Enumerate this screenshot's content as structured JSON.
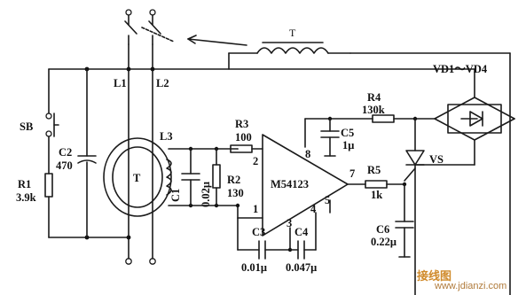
{
  "components": {
    "transformer_t_top": "T",
    "vd": "VD1～VD4",
    "l1": "L1",
    "l2": "L2",
    "l3": "L3",
    "sb": "SB",
    "c2_name": "C2",
    "c2_value": "470",
    "r1_name": "R1",
    "r1_value": "3.9k",
    "core_t": "T",
    "c1_name": "C1",
    "c1_value": "0.02μ",
    "r2_name": "R2",
    "r2_value": "130",
    "r3_name": "R3",
    "r3_value": "100",
    "ic_name": "M54123",
    "c5_name": "C5",
    "c5_value": "1μ",
    "r4_name": "R4",
    "r4_value": "130k",
    "vs": "VS",
    "r5_name": "R5",
    "r5_value": "1k",
    "c6_name": "C6",
    "c6_value": "0.22μ",
    "c3_name": "C3",
    "c3_value": "0.01μ",
    "c4_name": "C4",
    "c4_value": "0.047μ"
  },
  "pins": {
    "p1": "1",
    "p2": "2",
    "p3": "3",
    "p4": "4",
    "p5": "5",
    "p7": "7",
    "p8": "8"
  },
  "watermark": {
    "site_name": "接线图",
    "url": "www.jdianzi.com",
    "brand_color": "#d08a2a"
  }
}
